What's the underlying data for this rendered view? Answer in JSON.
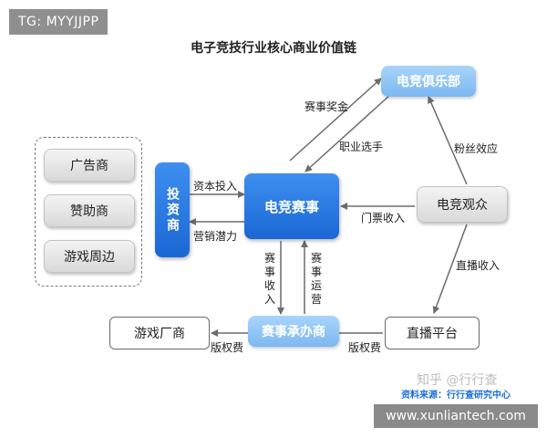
{
  "tag": "TG: MYYJJPP",
  "title": "电子竞技行业核心商业价值链",
  "nodes": {
    "club": "电竞俱乐部",
    "event": "电竞赛事",
    "audience": "电竞观众",
    "investor": "投资商",
    "organizer": "赛事承办商",
    "platform": "直播平台",
    "game_vendor": "游戏厂商",
    "advertiser": "广告商",
    "sponsor": "赞助商",
    "game_periphery": "游戏周边"
  },
  "edges": {
    "event_prize": "赛事奖金",
    "pro_player": "职业选手",
    "fan_effect": "粉丝效应",
    "capital_input": "资本投入",
    "marketing_potential": "营销潜力",
    "ticket_income": "门票收入",
    "stream_income": "直播收入",
    "event_income": "赛事收入",
    "event_operation": "赛事运营",
    "copyright_fee_vendor": "版权费",
    "copyright_fee_platform": "版权费"
  },
  "watermark": "知乎 @行行查",
  "source": "资料来源：行行查研究中心",
  "url": "www.xunliantech.com"
}
